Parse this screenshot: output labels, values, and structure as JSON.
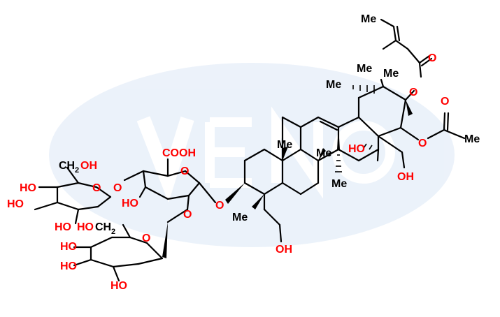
{
  "colors": {
    "background": "#ffffff",
    "bond": "#000000",
    "oxygen": "#ff0000",
    "carbon_label": "#000000",
    "watermark": "#dce8f6"
  },
  "labels": {
    "me_top": "Me",
    "me_ester": "Me",
    "me_quat": "Me",
    "me_hash_left": "Me",
    "me_ring_d": "Me",
    "me_ring_c": "Me",
    "me_ring_c_hash": "Me",
    "me_ring_a": "Me",
    "me_acetyl": "Me",
    "o_ester_carbonyl": "O",
    "o_ester_link": "O",
    "o_acetyl_carbonyl": "O",
    "o_acetyl_link": "O",
    "ho_bridge": "HO",
    "oh_ch2": "OH",
    "o_glycoside": "O",
    "oh_ring_a": "OH",
    "cooh": "COOH",
    "o_glcA_ring": "O",
    "ho_glcA": "HO",
    "o_glcA_gal": "O",
    "o_glcA_rha": "O",
    "ch2oh_c": "CH",
    "ch2oh_sub": "2",
    "ch2oh_oh": "OH",
    "o_gal_ring": "O",
    "ho_gal_1": "HO",
    "ho_gal_2": "HO",
    "ho_gal_3": "HO",
    "ho_rha_ch": "HO",
    "ch2_rha_c": "CH",
    "ch2_rha_sub": "2",
    "o_rha_ring": "O",
    "ho_rha_1": "HO",
    "ho_rha_2": "HO",
    "ho_rha_3": "HO"
  }
}
